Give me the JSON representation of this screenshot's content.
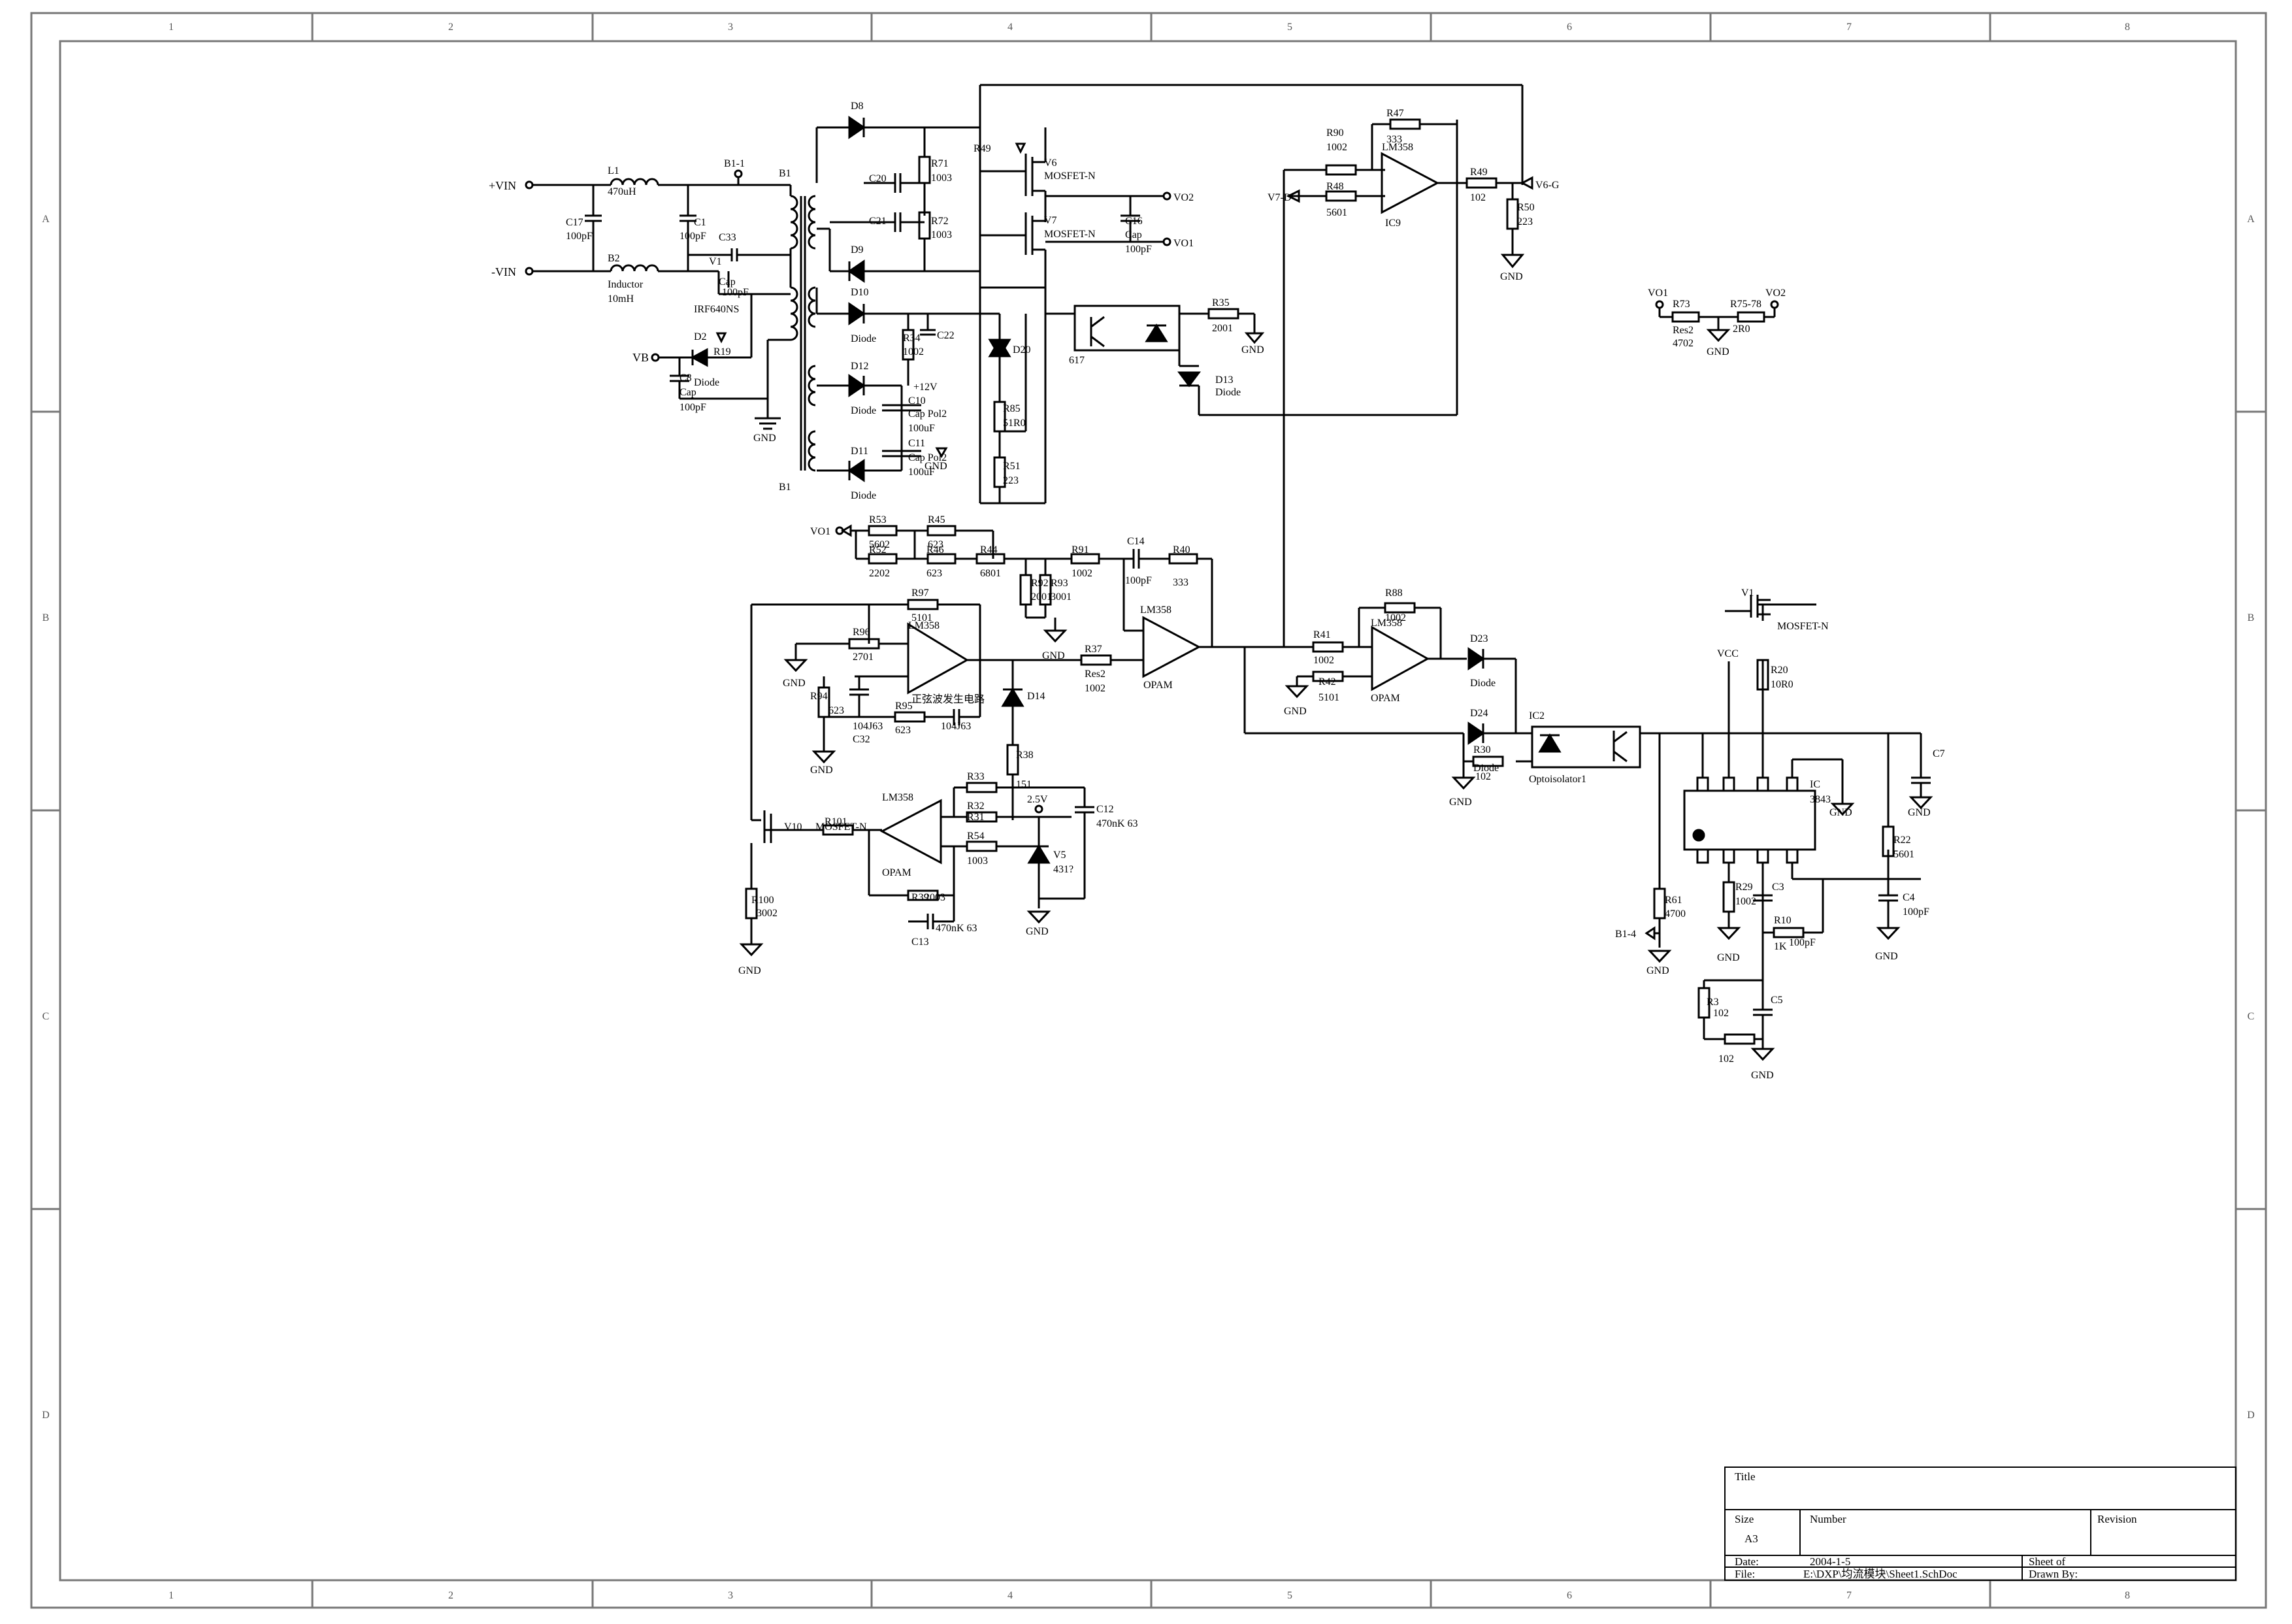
{
  "frame": {
    "columns": [
      "1",
      "2",
      "3",
      "4",
      "5",
      "6",
      "7",
      "8"
    ],
    "rows": [
      "A",
      "B",
      "C",
      "D"
    ]
  },
  "title_block": {
    "title_label": "Title",
    "size_label": "Size",
    "size_value": "A3",
    "number_label": "Number",
    "revision_label": "Revision",
    "date_label": "Date:",
    "date_value": "2004-1-5",
    "file_label": "File:",
    "file_value": "E:\\DXP\\均流模块\\Sheet1.SchDoc",
    "sheet_label": "Sheet    of",
    "drawn_label": "Drawn By:"
  },
  "labels": [
    {
      "id": "vin-pos",
      "text": "+VIN"
    },
    {
      "id": "vin-neg",
      "text": "-VIN"
    },
    {
      "id": "l1",
      "text": "L1"
    },
    {
      "id": "l1v",
      "text": "470uH"
    },
    {
      "id": "c17",
      "text": "C17"
    },
    {
      "id": "c17v",
      "text": "100pF"
    },
    {
      "id": "c1",
      "text": "C1"
    },
    {
      "id": "c1v",
      "text": "100pF"
    },
    {
      "id": "b2",
      "text": "B2"
    },
    {
      "id": "b2n",
      "text": "Inductor"
    },
    {
      "id": "b2v",
      "text": "10mH"
    },
    {
      "id": "c33",
      "text": "C33"
    },
    {
      "id": "c33n",
      "text": "Cap"
    },
    {
      "id": "c33v",
      "text": "100pF"
    },
    {
      "id": "v1a",
      "text": "V1"
    },
    {
      "id": "irf",
      "text": "IRF640NS"
    },
    {
      "id": "b11",
      "text": "B1-1"
    },
    {
      "id": "b1a",
      "text": "B1"
    },
    {
      "id": "b1b",
      "text": "B1"
    },
    {
      "id": "vb",
      "text": "VB"
    },
    {
      "id": "d2",
      "text": "D2"
    },
    {
      "id": "d2n",
      "text": "Diode"
    },
    {
      "id": "r19",
      "text": "R19"
    },
    {
      "id": "c8",
      "text": "C8"
    },
    {
      "id": "c8n",
      "text": "Cap"
    },
    {
      "id": "c8v",
      "text": "100pF"
    },
    {
      "id": "gnd1",
      "text": "GND"
    },
    {
      "id": "d8",
      "text": "D8"
    },
    {
      "id": "d9",
      "text": "D9"
    },
    {
      "id": "d10",
      "text": "D10"
    },
    {
      "id": "d10n",
      "text": "Diode"
    },
    {
      "id": "d12",
      "text": "D12"
    },
    {
      "id": "d12n",
      "text": "Diode"
    },
    {
      "id": "d11",
      "text": "D11"
    },
    {
      "id": "d11n",
      "text": "Diode"
    },
    {
      "id": "c20",
      "text": "C20"
    },
    {
      "id": "c21",
      "text": "C21"
    },
    {
      "id": "r71",
      "text": "R71"
    },
    {
      "id": "r71v",
      "text": "1003"
    },
    {
      "id": "r72",
      "text": "R72"
    },
    {
      "id": "r72v",
      "text": "1003"
    },
    {
      "id": "r49a",
      "text": "R49"
    },
    {
      "id": "v6",
      "text": "V6"
    },
    {
      "id": "v6n",
      "text": "MOSFET-N"
    },
    {
      "id": "v7",
      "text": "V7"
    },
    {
      "id": "v7n",
      "text": "MOSFET-N"
    },
    {
      "id": "vo2a",
      "text": "VO2"
    },
    {
      "id": "vo1a",
      "text": "VO1"
    },
    {
      "id": "c16",
      "text": "C16"
    },
    {
      "id": "c16n",
      "text": "Cap"
    },
    {
      "id": "c16v",
      "text": "100pF"
    },
    {
      "id": "r34",
      "text": "R34"
    },
    {
      "id": "r34v",
      "text": "1002"
    },
    {
      "id": "c22",
      "text": "C22"
    },
    {
      "id": "d20",
      "text": "D20"
    },
    {
      "id": "p12v",
      "text": "+12V"
    },
    {
      "id": "c10",
      "text": "C10"
    },
    {
      "id": "c10n",
      "text": "Cap Pol2"
    },
    {
      "id": "c10v",
      "text": "100uF"
    },
    {
      "id": "c11",
      "text": "C11"
    },
    {
      "id": "c11n",
      "text": "Cap Pol2"
    },
    {
      "id": "c11v",
      "text": "100uF"
    },
    {
      "id": "gnd2",
      "text": "GND"
    },
    {
      "id": "r85",
      "text": "R85"
    },
    {
      "id": "r85v",
      "text": "51R0"
    },
    {
      "id": "r51",
      "text": "R51"
    },
    {
      "id": "r51v",
      "text": "223"
    },
    {
      "id": "u617",
      "text": "617"
    },
    {
      "id": "r35",
      "text": "R35"
    },
    {
      "id": "r35v",
      "text": "2001"
    },
    {
      "id": "gnd3",
      "text": "GND"
    },
    {
      "id": "d13",
      "text": "D13"
    },
    {
      "id": "d13n",
      "text": "Diode"
    },
    {
      "id": "r90",
      "text": "R90"
    },
    {
      "id": "r90v",
      "text": "1002"
    },
    {
      "id": "r47",
      "text": "R47"
    },
    {
      "id": "r47v",
      "text": "333"
    },
    {
      "id": "lm358a",
      "text": "LM358"
    },
    {
      "id": "r48",
      "text": "R48"
    },
    {
      "id": "r48v",
      "text": "5601"
    },
    {
      "id": "ic9",
      "text": "IC9"
    },
    {
      "id": "v7net",
      "text": "V7-D"
    },
    {
      "id": "r49b",
      "text": "R49"
    },
    {
      "id": "r49bv",
      "text": "102"
    },
    {
      "id": "v6g",
      "text": "V6-G"
    },
    {
      "id": "r50",
      "text": "R50"
    },
    {
      "id": "r50v",
      "text": "223"
    },
    {
      "id": "gnd4",
      "text": "GND"
    },
    {
      "id": "vo1b",
      "text": "VO1"
    },
    {
      "id": "r73",
      "text": "R73"
    },
    {
      "id": "res2a",
      "text": "Res2"
    },
    {
      "id": "r73v",
      "text": "4702"
    },
    {
      "id": "r7578",
      "text": "R75-78"
    },
    {
      "id": "r2r0",
      "text": "2R0"
    },
    {
      "id": "vo2b",
      "text": "VO2"
    },
    {
      "id": "gnd5",
      "text": "GND"
    },
    {
      "id": "vo1c",
      "text": "VO1"
    },
    {
      "id": "r53",
      "text": "R53"
    },
    {
      "id": "r53v",
      "text": "5602"
    },
    {
      "id": "r45",
      "text": "R45"
    },
    {
      "id": "r45v",
      "text": "623"
    },
    {
      "id": "r52",
      "text": "R52"
    },
    {
      "id": "r52v",
      "text": "2202"
    },
    {
      "id": "r46",
      "text": "R46"
    },
    {
      "id": "r46v",
      "text": "623"
    },
    {
      "id": "r44",
      "text": "R44"
    },
    {
      "id": "r44v",
      "text": "6801"
    },
    {
      "id": "r91",
      "text": "R91"
    },
    {
      "id": "r91v",
      "text": "1002"
    },
    {
      "id": "c14",
      "text": "C14"
    },
    {
      "id": "c14v",
      "text": "100pF"
    },
    {
      "id": "r40",
      "text": "R40"
    },
    {
      "id": "r40v",
      "text": "333"
    },
    {
      "id": "r92",
      "text": "R92"
    },
    {
      "id": "r92v",
      "text": "2001"
    },
    {
      "id": "r93",
      "text": "R93"
    },
    {
      "id": "r93v",
      "text": "3001"
    },
    {
      "id": "gnd6",
      "text": "GND"
    },
    {
      "id": "lm358b",
      "text": "LM358"
    },
    {
      "id": "r37",
      "text": "R37"
    },
    {
      "id": "res2b",
      "text": "Res2"
    },
    {
      "id": "r37v",
      "text": "1002"
    },
    {
      "id": "opam1",
      "text": "OPAM"
    },
    {
      "id": "r97",
      "text": "R97"
    },
    {
      "id": "r97v",
      "text": "5101"
    },
    {
      "id": "lm358c",
      "text": "LM358"
    },
    {
      "id": "r96",
      "text": "R96"
    },
    {
      "id": "r96v",
      "text": "2701"
    },
    {
      "id": "gnd7",
      "text": "GND"
    },
    {
      "id": "r94",
      "text": "R94"
    },
    {
      "id": "r94v",
      "text": "623"
    },
    {
      "id": "c32v",
      "text": "104J63"
    },
    {
      "id": "c32",
      "text": "C32"
    },
    {
      "id": "r95",
      "text": "R95"
    },
    {
      "id": "r95v",
      "text": "623"
    },
    {
      "id": "c104",
      "text": "104J63"
    },
    {
      "id": "sine",
      "text": "正弦波发生电路"
    },
    {
      "id": "d14",
      "text": "D14"
    },
    {
      "id": "gnd8",
      "text": "GND"
    },
    {
      "id": "r38",
      "text": "R38"
    },
    {
      "id": "r38v",
      "text": "151"
    },
    {
      "id": "r33",
      "text": "R33"
    },
    {
      "id": "r32",
      "text": "R32"
    },
    {
      "id": "r31",
      "text": "R31"
    },
    {
      "id": "r54",
      "text": "R54"
    },
    {
      "id": "r54v",
      "text": "1003"
    },
    {
      "id": "v25",
      "text": "2.5V"
    },
    {
      "id": "c12",
      "text": "C12"
    },
    {
      "id": "c12v",
      "text": "470nK 63"
    },
    {
      "id": "v5",
      "text": "V5"
    },
    {
      "id": "v5v",
      "text": "431?"
    },
    {
      "id": "gnd9",
      "text": "GND"
    },
    {
      "id": "lm358d",
      "text": "LM358"
    },
    {
      "id": "opam2",
      "text": "OPAM"
    },
    {
      "id": "v10",
      "text": "V10"
    },
    {
      "id": "r101",
      "text": "R101"
    },
    {
      "id": "mos10",
      "text": "MOSFET-N"
    },
    {
      "id": "r39",
      "text": "R39"
    },
    {
      "id": "r39v",
      "text": "2003"
    },
    {
      "id": "c13v",
      "text": "470nK 63"
    },
    {
      "id": "c13",
      "text": "C13"
    },
    {
      "id": "r100",
      "text": "R100"
    },
    {
      "id": "r100v",
      "text": "3002"
    },
    {
      "id": "gnd10",
      "text": "GND"
    },
    {
      "id": "r41",
      "text": "R41"
    },
    {
      "id": "r41v",
      "text": "1002"
    },
    {
      "id": "r88",
      "text": "R88"
    },
    {
      "id": "r88v",
      "text": "1002"
    },
    {
      "id": "lm358e",
      "text": "LM358"
    },
    {
      "id": "r42",
      "text": "R42"
    },
    {
      "id": "r42v",
      "text": "5101"
    },
    {
      "id": "opam3",
      "text": "OPAM"
    },
    {
      "id": "gnd11",
      "text": "GND"
    },
    {
      "id": "d23",
      "text": "D23"
    },
    {
      "id": "d23n",
      "text": "Diode"
    },
    {
      "id": "d24",
      "text": "D24"
    },
    {
      "id": "d24n",
      "text": "Diode"
    },
    {
      "id": "r30",
      "text": "R30"
    },
    {
      "id": "r30v",
      "text": "102"
    },
    {
      "id": "gnd12",
      "text": "GND"
    },
    {
      "id": "ic2",
      "text": "IC2"
    },
    {
      "id": "opto",
      "text": "Optoisolator1"
    },
    {
      "id": "v1b",
      "text": "V1"
    },
    {
      "id": "v1bn",
      "text": "MOSFET-N"
    },
    {
      "id": "vcc",
      "text": "VCC"
    },
    {
      "id": "r20",
      "text": "R20"
    },
    {
      "id": "r20v",
      "text": "10R0"
    },
    {
      "id": "ic",
      "text": "IC"
    },
    {
      "id": "ic3843",
      "text": "3843"
    },
    {
      "id": "gnd13",
      "text": "GND"
    },
    {
      "id": "c7",
      "text": "C7"
    },
    {
      "id": "gnd14",
      "text": "GND"
    },
    {
      "id": "r22",
      "text": "R22"
    },
    {
      "id": "r22v",
      "text": "5601"
    },
    {
      "id": "c4",
      "text": "C4"
    },
    {
      "id": "c4v",
      "text": "100pF"
    },
    {
      "id": "gnd15",
      "text": "GND"
    },
    {
      "id": "r61",
      "text": "R61"
    },
    {
      "id": "r61v",
      "text": "4700"
    },
    {
      "id": "b14",
      "text": "B1-4"
    },
    {
      "id": "gnd16",
      "text": "GND"
    },
    {
      "id": "r29",
      "text": "R29"
    },
    {
      "id": "r29v",
      "text": "1002"
    },
    {
      "id": "gnd17",
      "text": "GND"
    },
    {
      "id": "c3",
      "text": "C3"
    },
    {
      "id": "r10",
      "text": "R10"
    },
    {
      "id": "r10v",
      "text": "1K"
    },
    {
      "id": "c3v",
      "text": "100pF"
    },
    {
      "id": "r3",
      "text": "R3"
    },
    {
      "id": "r3v",
      "text": "102"
    },
    {
      "id": "c5",
      "text": "C5"
    },
    {
      "id": "r102",
      "text": "102"
    },
    {
      "id": "gnd18",
      "text": "GND"
    }
  ]
}
